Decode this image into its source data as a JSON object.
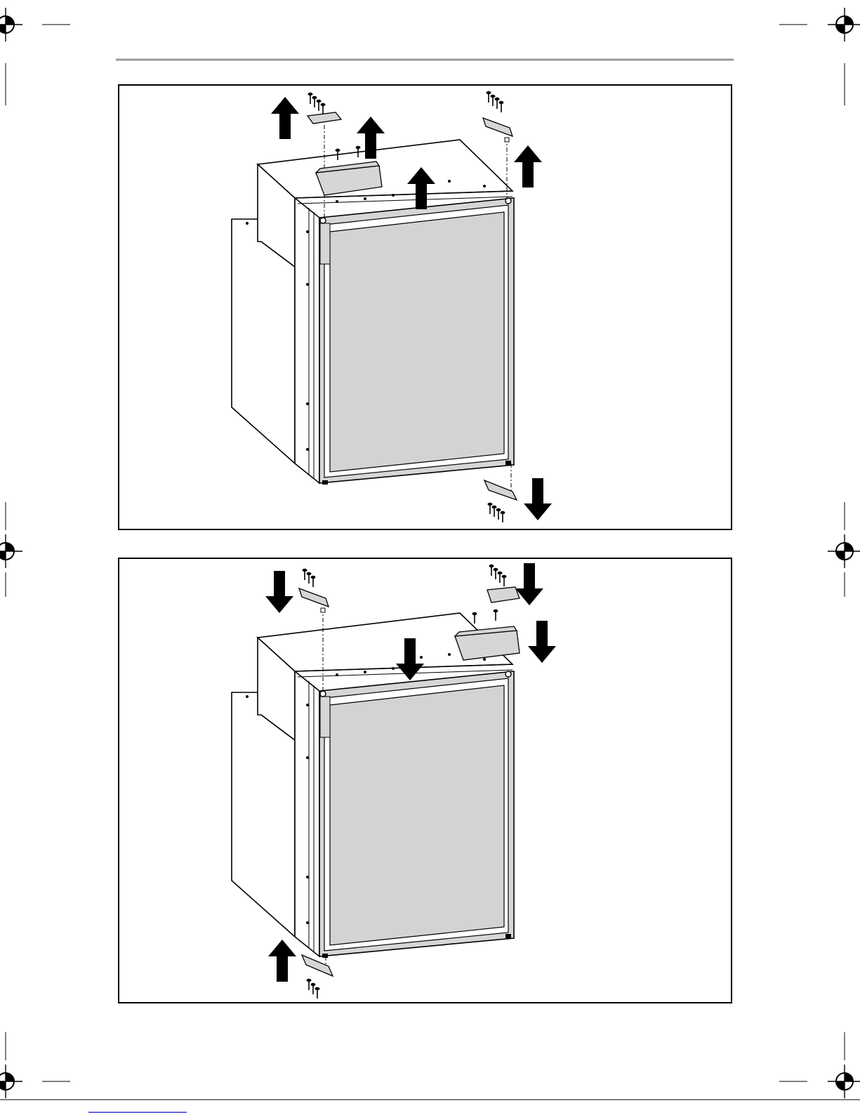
{
  "page": {
    "header_rule": true,
    "footer_rule": true
  },
  "colors": {
    "ink": "#000000",
    "panel_gray": "#d6d6d6",
    "door_face": "#d3d3d3",
    "rule": "#9a9a9a",
    "footer_link": "#3b3bd9"
  },
  "figures": [
    {
      "name": "figure-top",
      "description_kind": "door hinge removal",
      "arrows": [
        "up",
        "up",
        "up",
        "up",
        "down"
      ]
    },
    {
      "name": "figure-bottom",
      "description_kind": "door hinge reinstallation (reversed side)",
      "arrows": [
        "down",
        "down",
        "down",
        "down",
        "up"
      ]
    }
  ],
  "registration_marks": [
    "top-left",
    "top-right",
    "mid-left",
    "mid-right",
    "bottom-left",
    "bottom-right"
  ],
  "icons": [
    "crosshair-registration-icon",
    "arrow-up-icon",
    "arrow-down-icon",
    "screw-icon",
    "hinge-icon"
  ]
}
